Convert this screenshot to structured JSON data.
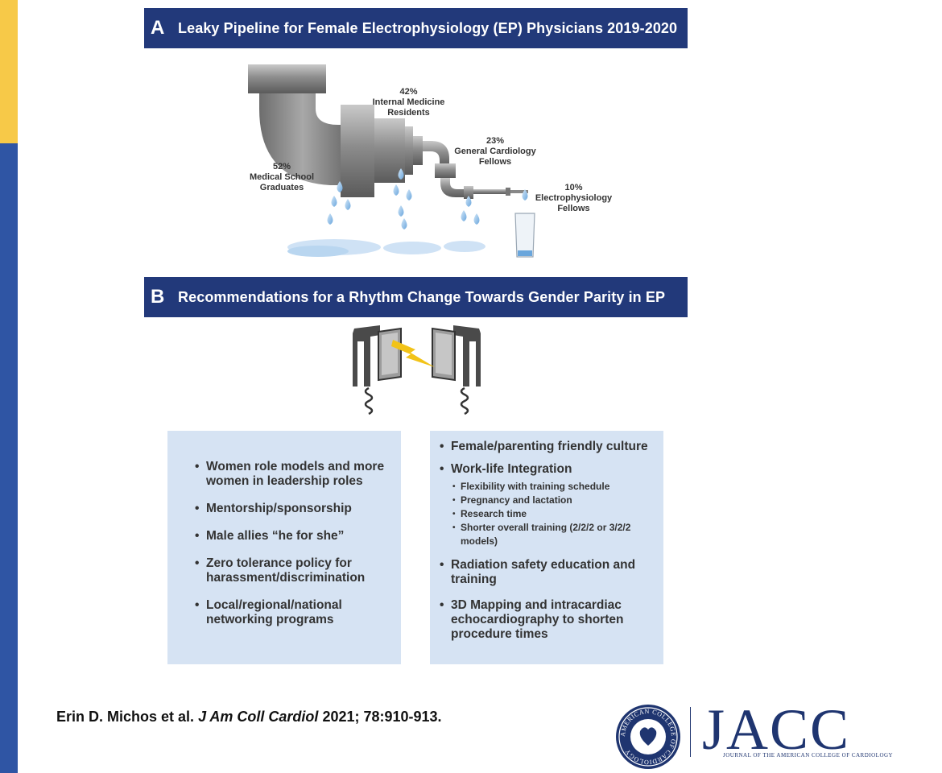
{
  "sections": {
    "a": {
      "letter": "A",
      "title": "Leaky Pipeline for Female Electrophysiology (EP) Physicians 2019-2020"
    },
    "b": {
      "letter": "B",
      "title": "Recommendations for a Rhythm Change Towards Gender Parity in EP"
    }
  },
  "pipeline": [
    {
      "percent": "52%",
      "label_lines": [
        "Medical School",
        "Graduates"
      ]
    },
    {
      "percent": "42%",
      "label_lines": [
        "Internal Medicine",
        "Residents"
      ]
    },
    {
      "percent": "23%",
      "label_lines": [
        "General Cardiology",
        "Fellows"
      ]
    },
    {
      "percent": "10%",
      "label_lines": [
        "Electrophysiology",
        "Fellows"
      ]
    }
  ],
  "recommendations_left": [
    "Women role models and more women in leadership roles",
    "Mentorship/sponsorship",
    "Male allies “he for she”",
    "Zero tolerance policy for harassment/discrimination",
    "Local/regional/national networking programs"
  ],
  "recommendations_right": {
    "culture": "Female/parenting friendly culture",
    "work_life": {
      "label": "Work-life Integration",
      "sub": [
        "Flexibility with training schedule",
        "Pregnancy and lactation",
        "Research time",
        "Shorter overall training (2/2/2 or 3/2/2 models)"
      ]
    },
    "radiation": "Radiation safety education and training",
    "mapping": "3D Mapping and intracardiac echocardiography to shorten procedure times"
  },
  "citation": {
    "authors": "Erin D. Michos et al.",
    "journal": "J Am Coll Cardiol",
    "ref": "2021; 78:910-913."
  },
  "logo": {
    "seal_text": "AMERICAN COLLEGE OF CARDIOLOGY",
    "name": "JACC",
    "subtitle": "JOURNAL OF THE AMERICAN COLLEGE OF CARDIOLOGY"
  },
  "colors": {
    "navy": "#22397a",
    "accent_yellow": "#f7c948",
    "side_blue": "#2f55a4",
    "box_blue": "#d6e3f3",
    "water": "#8fbce6",
    "bolt": "#f2c318"
  }
}
